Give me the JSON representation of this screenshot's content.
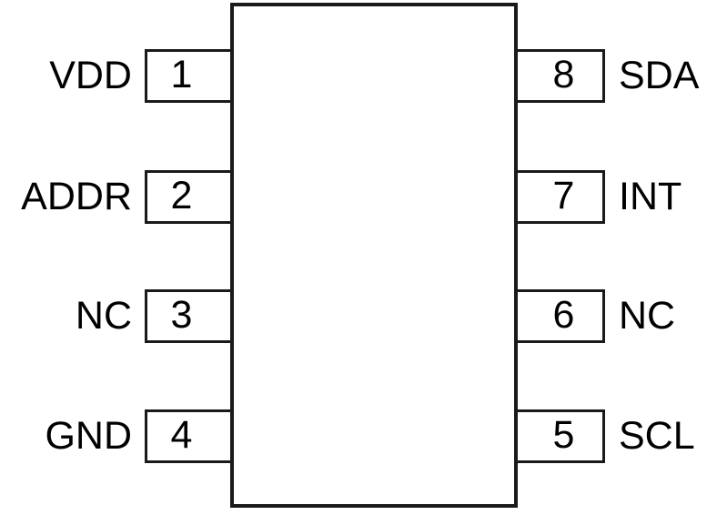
{
  "diagram": {
    "type": "ic-pinout",
    "package": "8-pin",
    "colors": {
      "background": "#ffffff",
      "outline": "#1a1a1a",
      "text": "#000000"
    },
    "body": {
      "fill": "#ffffff",
      "stroke": "#1a1a1a"
    },
    "pins": {
      "left": [
        {
          "number": "1",
          "name": "VDD",
          "row": 1
        },
        {
          "number": "2",
          "name": "ADDR",
          "row": 2
        },
        {
          "number": "3",
          "name": "NC",
          "row": 3
        },
        {
          "number": "4",
          "name": "GND",
          "row": 4
        }
      ],
      "right": [
        {
          "number": "8",
          "name": "SDA",
          "row": 1
        },
        {
          "number": "7",
          "name": "INT",
          "row": 2
        },
        {
          "number": "6",
          "name": "NC",
          "row": 3
        },
        {
          "number": "5",
          "name": "SCL",
          "row": 4
        }
      ]
    }
  }
}
